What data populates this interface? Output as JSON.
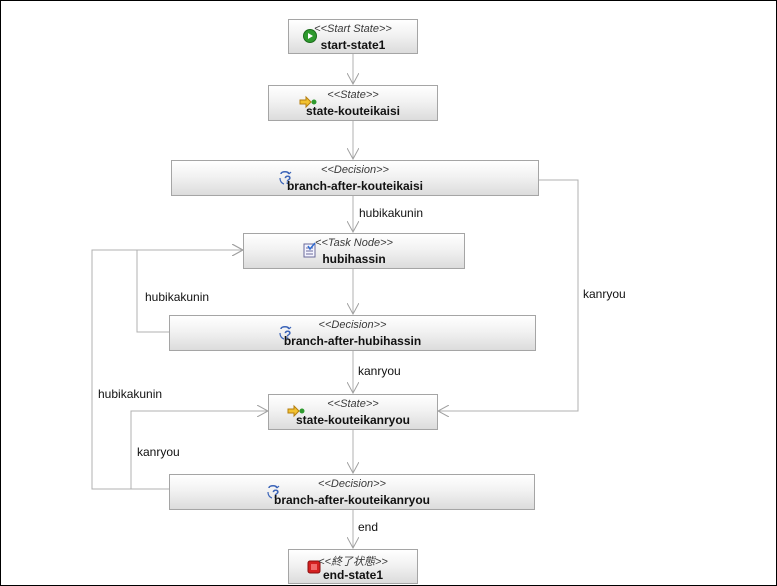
{
  "nodes": {
    "start": {
      "stereotype": "<<Start State>>",
      "name": "start-state1",
      "icon": "start-play-icon"
    },
    "state1": {
      "stereotype": "<<State>>",
      "name": "state-kouteikaisi",
      "icon": "state-arrow-icon"
    },
    "dec1": {
      "stereotype": "<<Decision>>",
      "name": "branch-after-kouteikaisi",
      "icon": "decision-icon"
    },
    "task": {
      "stereotype": "<<Task Node>>",
      "name": "hubihassin",
      "icon": "task-node-icon"
    },
    "dec2": {
      "stereotype": "<<Decision>>",
      "name": "branch-after-hubihassin",
      "icon": "decision-icon"
    },
    "state2": {
      "stereotype": "<<State>>",
      "name": "state-kouteikanryou",
      "icon": "state-arrow-icon"
    },
    "dec3": {
      "stereotype": "<<Decision>>",
      "name": "branch-after-kouteikanryou",
      "icon": "decision-icon"
    },
    "end": {
      "stereotype": "<<終了状態>>",
      "name": "end-state1",
      "icon": "end-stop-icon"
    }
  },
  "transitions": {
    "dec1_to_task": "hubikakunin",
    "dec1_to_state2": "kanryou",
    "dec2_loop_task": "hubikakunin",
    "dec2_to_state2": "kanryou",
    "dec3_loop_task": "hubikakunin",
    "dec3_to_state2": "kanryou",
    "dec3_to_end": "end"
  },
  "colors": {
    "edge": "#b0b0b0",
    "node_border": "#a5a5a5",
    "start_icon": "#2e9a2e",
    "end_icon": "#d42020",
    "state_icon": "#e8a317",
    "decision_icon": "#3b64b8"
  }
}
